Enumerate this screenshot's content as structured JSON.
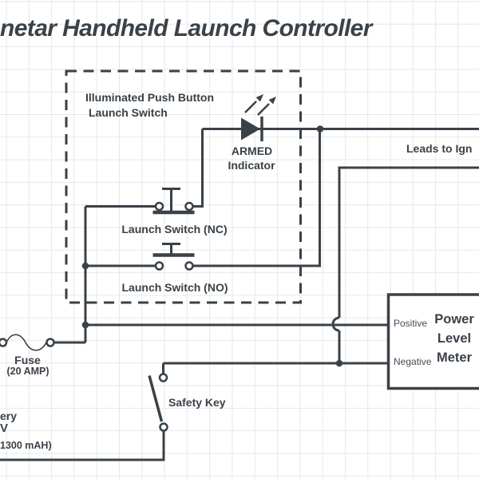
{
  "title": "netar Handheld Launch Controller",
  "colors": {
    "ink": "#3a4147",
    "grid": "#e6e8ea",
    "background": "#ffffff"
  },
  "launch_switch_module": {
    "label_line1": "Illuminated Push Button",
    "label_line2": "Launch Switch",
    "nc_switch_label": "Launch Switch (NC)",
    "no_switch_label": "Launch Switch (NO)"
  },
  "armed_indicator": {
    "label_line1": "ARMED",
    "label_line2": "Indicator"
  },
  "leads_label": "Leads to Ign",
  "fuse": {
    "name": "Fuse",
    "rating": "(20 AMP)"
  },
  "safety_key_label": "Safety Key",
  "power_meter": {
    "positive_label": "Positive",
    "negative_label": "Negative",
    "title_lines": [
      "Power",
      "Level",
      "Meter"
    ]
  },
  "battery": {
    "fragment_line1": "ery",
    "fragment_line2": "V",
    "fragment_line3": "1300 mAH)"
  }
}
